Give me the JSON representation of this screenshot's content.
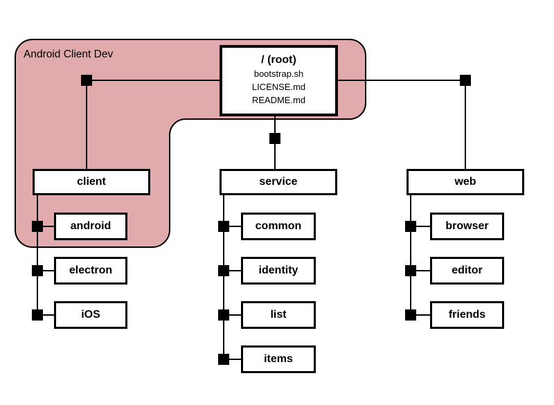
{
  "group": {
    "label": "Android Client Dev",
    "fill": "#e1aaad",
    "stroke": "#000000"
  },
  "root": {
    "label": "/ (root)",
    "files": [
      "bootstrap.sh",
      "LICENSE.md",
      "README.md"
    ]
  },
  "branches": [
    {
      "label": "client",
      "children": [
        "android",
        "electron",
        "iOS"
      ]
    },
    {
      "label": "service",
      "children": [
        "common",
        "identity",
        "list",
        "items"
      ]
    },
    {
      "label": "web",
      "children": [
        "browser",
        "editor",
        "friends"
      ]
    }
  ],
  "edges": [
    "root-client",
    "root-service",
    "root-web",
    "client-android",
    "client-electron",
    "client-iOS",
    "service-common",
    "service-identity",
    "service-list",
    "service-items",
    "web-browser",
    "web-editor",
    "web-friends"
  ],
  "colors": {
    "node_fill": "#ffffff",
    "line": "#000000"
  }
}
